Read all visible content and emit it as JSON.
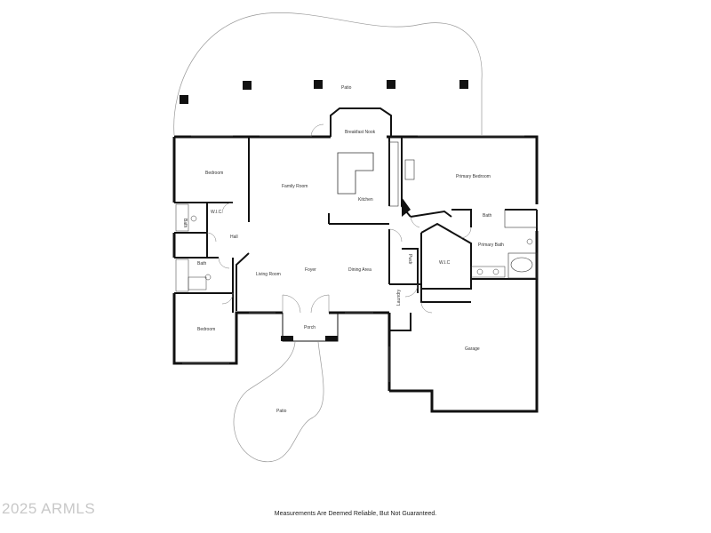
{
  "rooms": {
    "patio_top": "Patio",
    "breakfast_nook": "Breakfast Nook",
    "bedroom_upper": "Bedroom",
    "family_room": "Family Room",
    "kitchen": "Kitchen",
    "primary_bedroom": "Primary Bedroom",
    "bath_upper_left": "Bath",
    "wic_left": "W.I.C",
    "hall": "Hall",
    "bath_primary_small": "Bath",
    "primary_bath": "Primary Bath",
    "wic_primary": "W.I.C",
    "pwdr": "Pwdr",
    "bath_left": "Bath",
    "living_room": "Living Room",
    "foyer": "Foyer",
    "dining_area": "Dining Area",
    "laundry": "Laundry",
    "bedroom_lower": "Bedroom",
    "porch": "Porch",
    "garage": "Garage",
    "patio_bottom": "Patio"
  },
  "watermark": "2025 ARMLS",
  "disclaimer": "Measurements Are Deemed Reliable, But Not Guaranteed."
}
